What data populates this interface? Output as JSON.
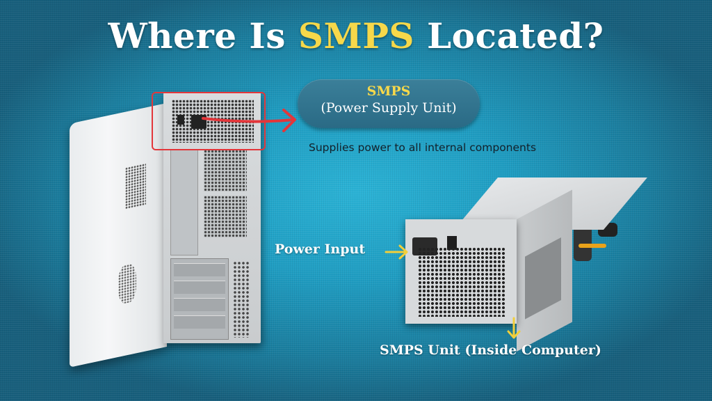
{
  "title": {
    "prefix": "Where Is ",
    "highlight": "SMPS",
    "suffix": " Located?"
  },
  "callout": {
    "title": "SMPS",
    "subtitle": "(Power Supply Unit)",
    "description": "Supplies power to all internal components"
  },
  "labels": {
    "power_input": "Power Input",
    "smps_unit": "SMPS Unit (Inside Computer)"
  },
  "colors": {
    "background": "#1f9dc2",
    "highlight_text": "#f7d84a",
    "callout_fill": "#2f7390",
    "highlight_box": "#e3363a",
    "arrow_yellow": "#f2cf3a"
  },
  "icons": {
    "tower": "desktop-tower-back-icon",
    "psu": "power-supply-unit-icon",
    "red_arrow": "arrow-right-icon",
    "yellow_arrow_right": "arrow-right-icon",
    "yellow_arrow_down": "arrow-down-icon"
  }
}
